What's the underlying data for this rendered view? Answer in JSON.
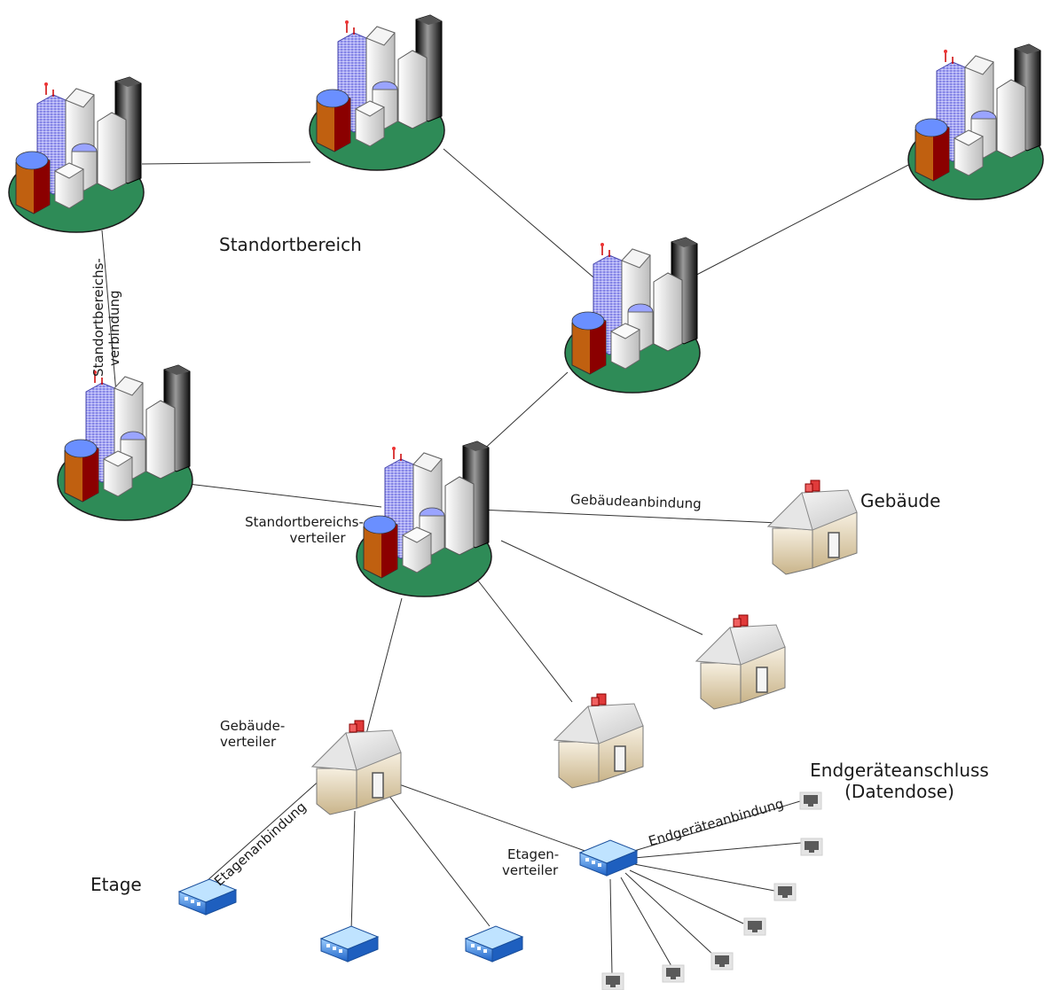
{
  "labels": {
    "standortbereich": "Standortbereich",
    "sb_verbindung_1": "Standortbereichs-",
    "sb_verbindung_2": "verbindung",
    "sb_verteiler_1": "Standortbereichs-",
    "sb_verteiler_2": "verteiler",
    "gebaeudeanbindung": "Gebäudeanbindung",
    "gebaeude": "Gebäude",
    "gebaeudeverteiler_1": "Gebäude-",
    "gebaeudeverteiler_2": "verteiler",
    "etagenanbindung": "Etagenanbindung",
    "etage": "Etage",
    "etagenverteiler_1": "Etagen-",
    "etagenverteiler_2": "verteiler",
    "endgeraeteanbindung": "Endgeräteanbindung",
    "endgeraeteanschluss_1": "Endgeräteanschluss",
    "endgeraeteanschluss_2": "(Datendose)"
  },
  "icons": {
    "campus": "campus-buildings-icon",
    "house": "house-icon",
    "switch": "network-switch-icon",
    "socket": "data-socket-icon"
  },
  "colors": {
    "ground": "#2e8b57",
    "tower": "#9999ff",
    "red_block": "#a83a1a",
    "roof": "#d9d9d9",
    "house_wall": "#e8dcc0",
    "switch": "#3d7fe6",
    "line": "#333333"
  }
}
